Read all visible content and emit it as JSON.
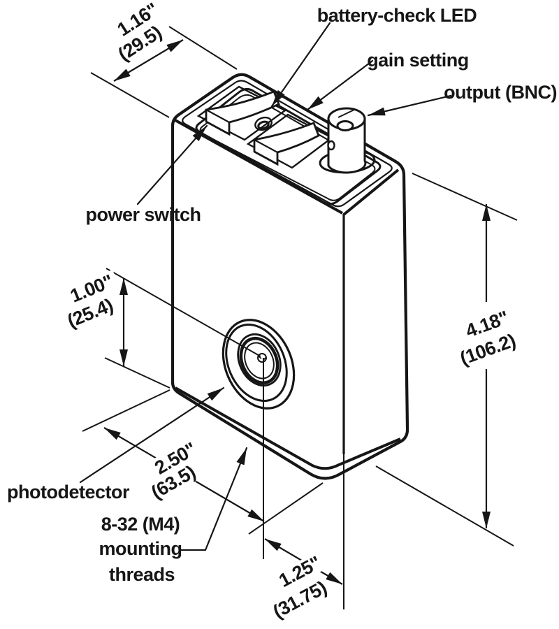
{
  "drawing": {
    "title": "photodetector isometric dimension drawing",
    "background": "#ffffff",
    "ink_color": "#161616"
  },
  "labels": {
    "battery_led": "battery-check LED",
    "gain": "gain setting",
    "output": "output (BNC)",
    "power": "power switch",
    "photodetector": "photodetector",
    "mounting_line1": "8-32 (M4)",
    "mounting_line2": "mounting",
    "mounting_line3": "threads"
  },
  "dimensions": {
    "top_depth": {
      "inches": "1.16\"",
      "mm": "(29.5)"
    },
    "lens_from_bottom": {
      "inches": "1.00\"",
      "mm": "(25.4)"
    },
    "body_height": {
      "inches": "4.18\"",
      "mm": "(106.2)"
    },
    "front_width": {
      "inches": "2.50\"",
      "mm": "(63.5)"
    },
    "lens_from_right": {
      "inches": "1.25\"",
      "mm": "(31.75)"
    }
  }
}
